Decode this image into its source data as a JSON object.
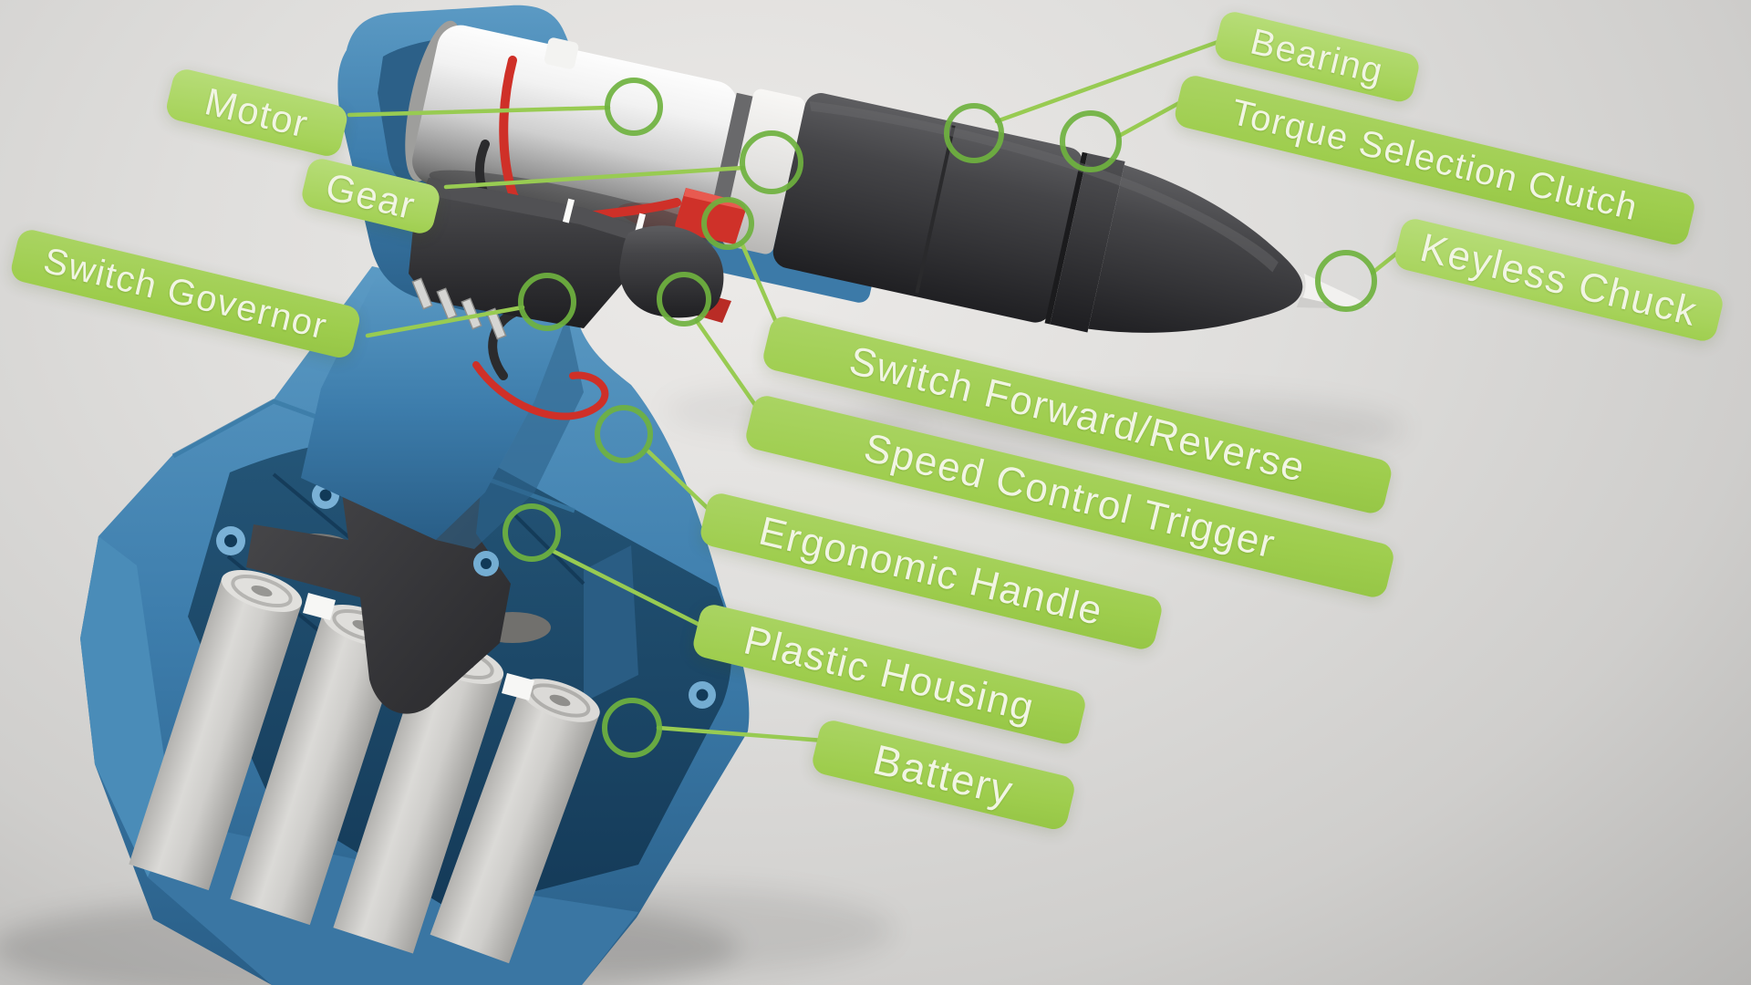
{
  "diagram": {
    "type": "labeled-cutaway-illustration",
    "subject_visible_parts": "cordless drill cross-section with green callout labels"
  },
  "colors": {
    "background_grey": "#dfdedc",
    "label_background": "#9ecd4d",
    "label_background_light": "#aad463",
    "label_text": "#f1f5e3",
    "leader_line_green": "#98cb52",
    "callout_circle_green": "#6fb23f",
    "housing_blue": "#3f7fad",
    "housing_blue_dark": "#1d4b6c",
    "motor_silver": "#d9d9d7",
    "part_black": "#39393c",
    "battery_cell_grey": "#cfcecb",
    "wire_red": "#cf3028"
  },
  "annotations": [
    {
      "id": "motor",
      "label": "Motor"
    },
    {
      "id": "gear",
      "label": "Gear"
    },
    {
      "id": "switch-governor",
      "label": "Switch Governor"
    },
    {
      "id": "bearing",
      "label": "Bearing"
    },
    {
      "id": "torque-selection-clutch",
      "label": "Torque Selection Clutch"
    },
    {
      "id": "keyless-chuck",
      "label": "Keyless Chuck"
    },
    {
      "id": "switch-forward-reverse",
      "label": "Switch Forward/Reverse"
    },
    {
      "id": "speed-control-trigger",
      "label": "Speed Control Trigger"
    },
    {
      "id": "ergonomic-handle",
      "label": "Ergonomic Handle"
    },
    {
      "id": "plastic-housing",
      "label": "Plastic Housing"
    },
    {
      "id": "battery",
      "label": "Battery"
    }
  ]
}
